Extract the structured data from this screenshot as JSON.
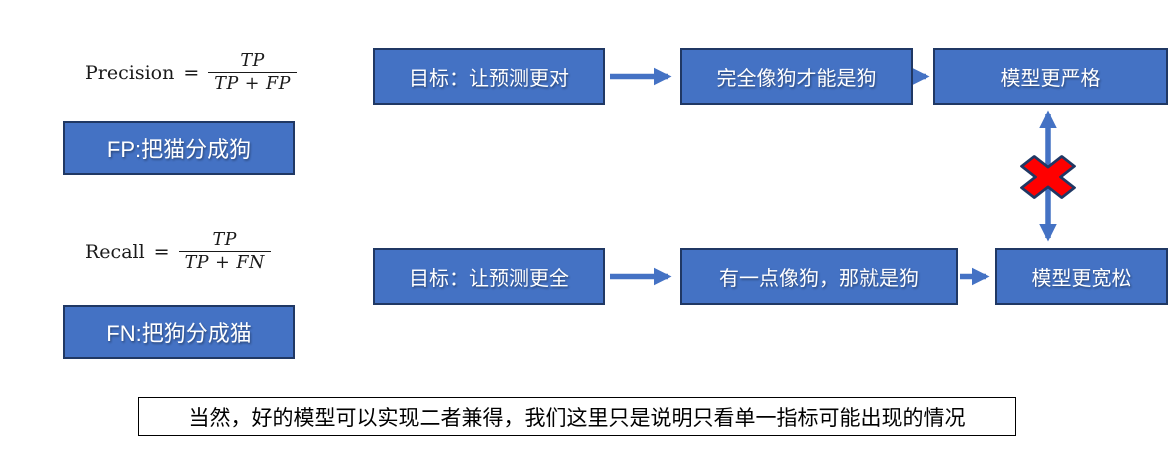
{
  "colors": {
    "background": "#FFFFFF",
    "box_fill": "#4472C4",
    "box_border": "#203864",
    "box_text": "#FFFFFF",
    "arrow": "#4472C4",
    "cross_fill": "#FF0000",
    "cross_stroke": "#203864",
    "note_border": "#000000",
    "note_text": "#000000"
  },
  "formulas": {
    "precision": {
      "lhs": "Precision",
      "eq": "=",
      "numerator": "TP",
      "denominator": "TP + FP"
    },
    "recall": {
      "lhs": "Recall",
      "eq": "=",
      "numerator": "TP",
      "denominator": "TP + FN"
    }
  },
  "left_column": {
    "fp_label": "FP:把猫分成狗",
    "fn_label": "FN:把狗分成猫"
  },
  "flow_top": {
    "step1": "目标：让预测更对",
    "step2": "完全像狗才能是狗",
    "step3": "模型更严格"
  },
  "flow_bottom": {
    "step1": "目标：让预测更全",
    "step2": "有一点像狗，那就是狗",
    "step3": "模型更宽松"
  },
  "note": {
    "text": "当然，好的模型可以实现二者兼得，我们这里只是说明只看单一指标可能出现的情况"
  }
}
